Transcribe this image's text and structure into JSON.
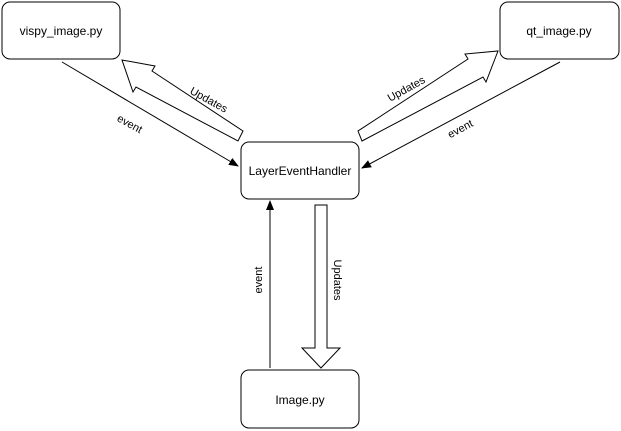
{
  "nodes": {
    "vispy": {
      "label": "vispy_image.py"
    },
    "qt": {
      "label": "qt_image.py"
    },
    "handler": {
      "label": "LayerEventHandler"
    },
    "image": {
      "label": "Image.py"
    }
  },
  "edges": {
    "vispy_event": {
      "label": "event"
    },
    "vispy_updates": {
      "label": "Updates"
    },
    "qt_event": {
      "label": "event"
    },
    "qt_updates": {
      "label": "Updates"
    },
    "image_event": {
      "label": "event"
    },
    "image_updates": {
      "label": "Updates"
    }
  },
  "colors": {
    "stroke": "#000000",
    "fill": "#ffffff",
    "text": "#000000"
  }
}
